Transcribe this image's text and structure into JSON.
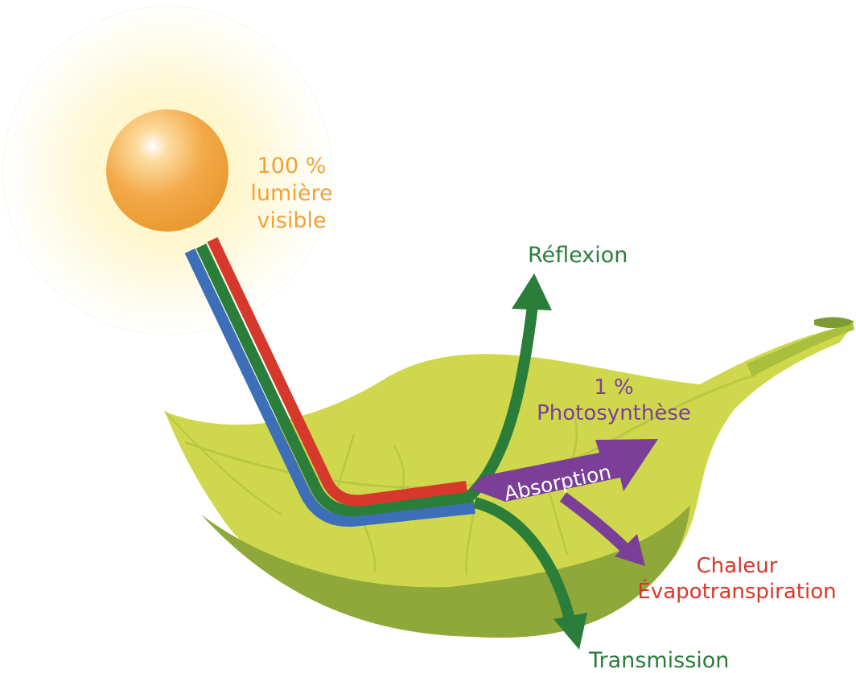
{
  "labels": {
    "sun_percent": "100 %",
    "sun_word1": "lumière",
    "sun_word2": "visible",
    "reflexion": "Réflexion",
    "photo_percent": "1 %",
    "photo_word": "Photosynthèse",
    "absorption": "Absorption",
    "heat_word1": "Chaleur",
    "heat_word2": "Évapotranspiration",
    "transmission": "Transmission"
  },
  "colors": {
    "sun": "#f0a23a",
    "green": "#2a7e3a",
    "purple": "#7b3f97",
    "red": "#d6392c",
    "blue": "#3c6fb8",
    "leaf": "#cfd84c"
  }
}
